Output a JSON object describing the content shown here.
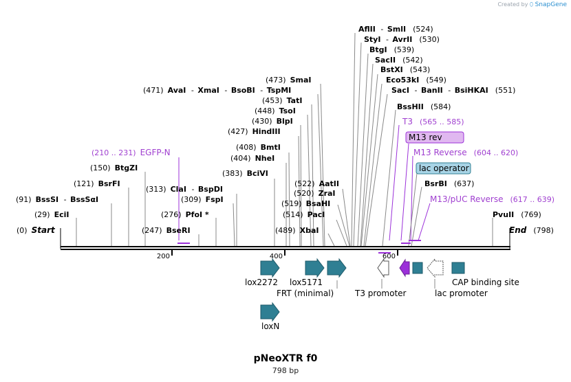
{
  "credit": {
    "created_by": "Created by",
    "brand": "SnapGene"
  },
  "map": {
    "name": "pNeoXTR f0",
    "size_label": "798 bp",
    "length": 798
  },
  "ruler": {
    "ticks": [
      200,
      400,
      600
    ]
  },
  "ends": [
    {
      "pos": "(0)",
      "name": "Start"
    },
    {
      "pos": "(798)",
      "name": "End"
    }
  ],
  "sites": [
    {
      "pos": "(29)",
      "name": "EciI"
    },
    {
      "pos": "(91)",
      "name": "BssSI",
      "extra": "BssSαI"
    },
    {
      "pos": "(121)",
      "name": "BsrFI"
    },
    {
      "pos": "(150)",
      "name": "BtgZI"
    },
    {
      "pos": "(247)",
      "name": "BseRI"
    },
    {
      "pos": "(276)",
      "name": "PfoI *"
    },
    {
      "pos": "(309)",
      "name": "FspI"
    },
    {
      "pos": "(313)",
      "name": "ClaI",
      "extra": "BspDI"
    },
    {
      "pos": "(383)",
      "name": "BciVI"
    },
    {
      "pos": "(404)",
      "name": "NheI"
    },
    {
      "pos": "(408)",
      "name": "BmtI"
    },
    {
      "pos": "(427)",
      "name": "HindIII"
    },
    {
      "pos": "(430)",
      "name": "BlpI"
    },
    {
      "pos": "(448)",
      "name": "TsoI"
    },
    {
      "pos": "(453)",
      "name": "TatI"
    },
    {
      "pos": "(471)",
      "name": "AvaI",
      "extra": "XmaI",
      "extra2": "BsoBI",
      "extra3": "TspMI"
    },
    {
      "pos": "(473)",
      "name": "SmaI"
    },
    {
      "pos": "(489)",
      "name": "XbaI"
    },
    {
      "pos": "(514)",
      "name": "PacI"
    },
    {
      "pos": "(519)",
      "name": "BsaHI"
    },
    {
      "pos": "(520)",
      "name": "ZraI"
    },
    {
      "pos": "(522)",
      "name": "AatII"
    },
    {
      "pos": "(524)",
      "name": "AflII",
      "extra": "SmlI"
    },
    {
      "pos": "(530)",
      "name": "StyI",
      "extra": "AvrII"
    },
    {
      "pos": "(539)",
      "name": "BtgI"
    },
    {
      "pos": "(542)",
      "name": "SacII"
    },
    {
      "pos": "(543)",
      "name": "BstXI"
    },
    {
      "pos": "(549)",
      "name": "Eco53kI"
    },
    {
      "pos": "(551)",
      "name": "SacI",
      "extra": "BanII",
      "extra2": "BsiHKAI"
    },
    {
      "pos": "(584)",
      "name": "BssHII"
    },
    {
      "pos": "(637)",
      "name": "BsrBI"
    },
    {
      "pos": "(769)",
      "name": "PvuII"
    }
  ],
  "primers": [
    {
      "range": "(210 .. 231)",
      "name": "EGFP-N"
    },
    {
      "name": "T3",
      "range": "(565 .. 585)"
    },
    {
      "name": "M13 rev"
    },
    {
      "name": "M13 Reverse",
      "range": "(604 .. 620)"
    },
    {
      "name": "M13/pUC Reverse",
      "range": "(617 .. 639)"
    }
  ],
  "boxed_features": [
    {
      "name": "lac operator"
    }
  ],
  "features": [
    {
      "name": "lox2272"
    },
    {
      "name": "lox5171"
    },
    {
      "name": "FRT (minimal)"
    },
    {
      "name": "T3 promoter"
    },
    {
      "name": "lac promoter"
    },
    {
      "name": "CAP binding site"
    },
    {
      "name": "loxN"
    }
  ],
  "colors": {
    "feature_teal": "#2f7f93",
    "primer_purple": "#9b30d9",
    "primer_label": "#a040d0",
    "lac_operator_fill": "#a8d4e6",
    "m13rev_fill": "#e0b8f0",
    "leader_line": "#888888"
  }
}
